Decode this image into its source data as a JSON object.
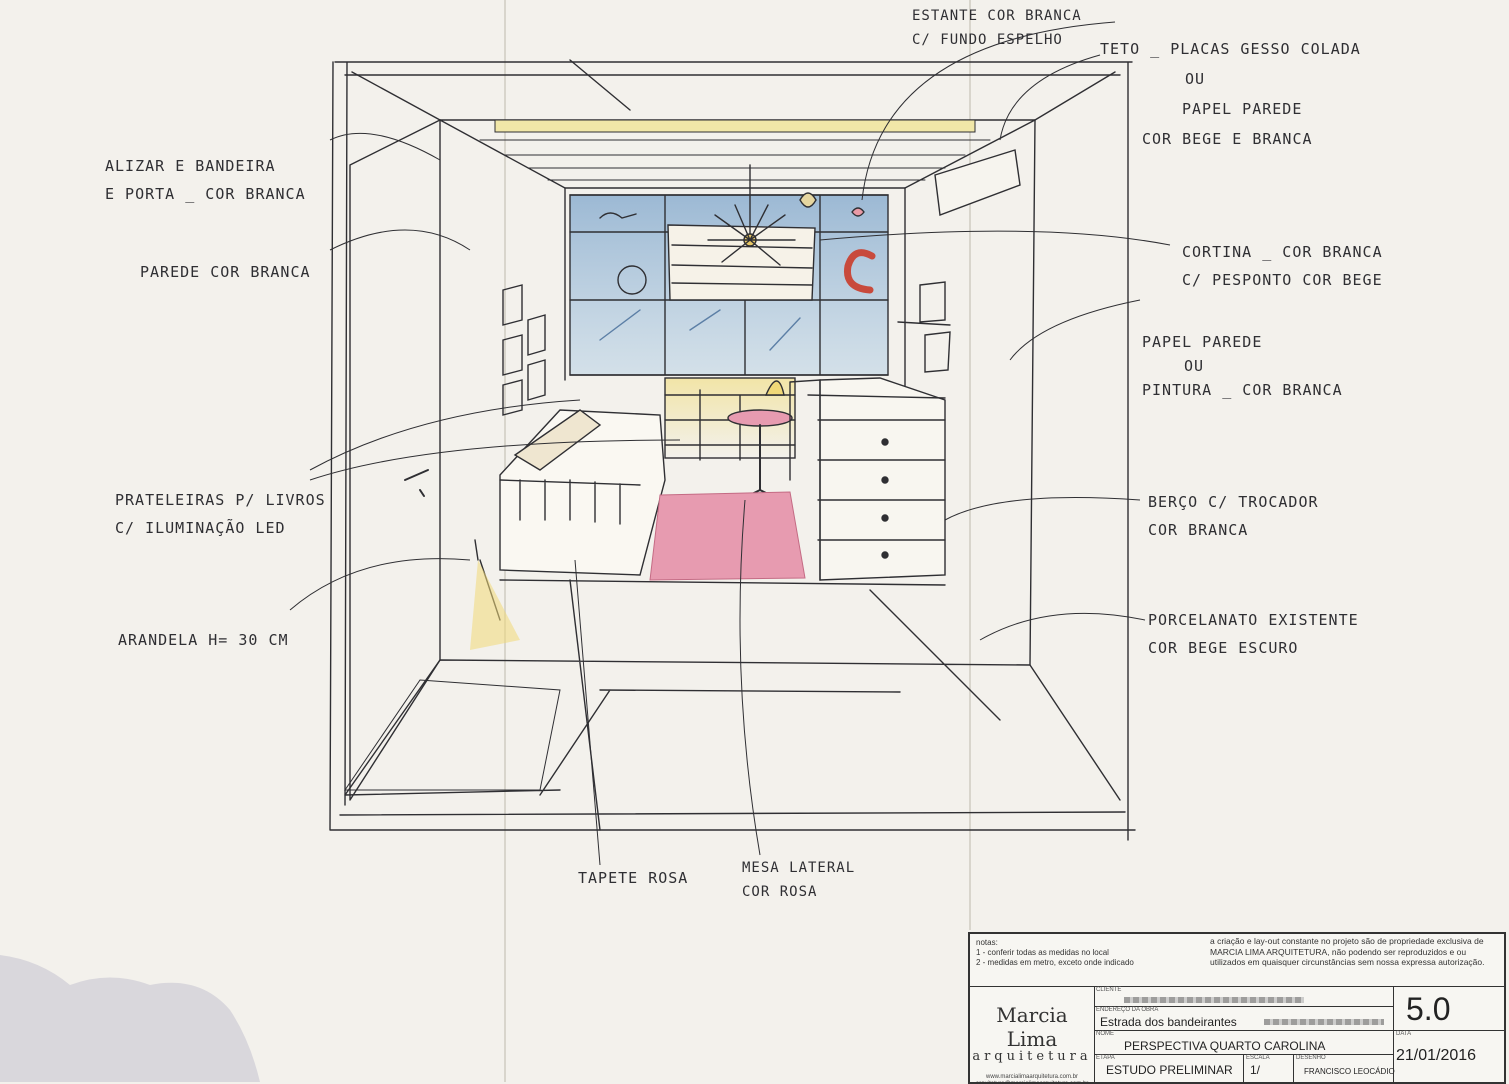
{
  "labels": {
    "estante": [
      "ESTANTE COR BRANCA",
      "C/ FUNDO ESPELHO"
    ],
    "teto": [
      "TETO _ PLACAS GESSO COLADA",
      "OU",
      "PAPEL PAREDE",
      "COR BEGE E BRANCA"
    ],
    "alizar": [
      "ALIZAR E BANDEIRA",
      "E PORTA _ COR BRANCA"
    ],
    "parede": [
      "PAREDE COR BRANCA"
    ],
    "cortina": [
      "CORTINA _ COR BRANCA",
      "C/ PESPONTO COR BEGE"
    ],
    "papel_parede": [
      "PAPEL PAREDE",
      "OU",
      "PINTURA _ COR BRANCA"
    ],
    "prateleiras": [
      "PRATELEIRAS P/ LIVROS",
      "C/ ILUMINAÇÃO LED"
    ],
    "berco": [
      "BERÇO C/ TROCADOR",
      "COR BRANCA"
    ],
    "arandela": [
      "ARANDELA H= 30 CM"
    ],
    "porcelanato": [
      "PORCELANATO EXISTENTE",
      "COR BEGE ESCURO"
    ],
    "tapete": [
      "TAPETE ROSA"
    ],
    "mesa": [
      "MESA LATERAL",
      "COR ROSA"
    ]
  },
  "title_block": {
    "notes_title": "notas:",
    "notes": [
      "1 - conferir todas as medidas no local",
      "2 - medidas em metro, exceto onde indicado"
    ],
    "rights": "a criação e lay-out constante no projeto são de propriedade exclusiva de MARCIA LIMA ARQUITETURA, não podendo ser reproduzidos e ou utilizados em quaisquer circunstâncias sem nossa expressa autorização.",
    "brand": "Marcia Lima",
    "brand_sub": "arquitetura",
    "web": "www.marcialimaarquitetura.com.br  arquitetura@marcialimaarquitetura.com.br",
    "cliente_label": "CLIENTE",
    "endereco_label": "ENDEREÇO DA OBRA",
    "endereco_value": "Estrada dos bandeirantes",
    "nome_label": "NOME",
    "nome_value": "PERSPECTIVA QUARTO CAROLINA",
    "etapa_label": "ETAPA",
    "etapa_value": "ESTUDO PRELIMINAR",
    "escala_label": "ESCALA",
    "escala_value": "1/",
    "desenho_label": "DESENHO",
    "desenho_value": "FRANCISCO LEOCÁDIO",
    "sheet_number": "5.0",
    "data_label": "DATA",
    "data_value": "21/01/2016"
  },
  "colors": {
    "paper": "#f3f1ec",
    "ink": "#2f2f33",
    "window_blue": "#8fb4d6",
    "rug_pink": "#e79bb0",
    "lamp_yellow": "#f0d878",
    "letter_red": "#c84a3c"
  }
}
